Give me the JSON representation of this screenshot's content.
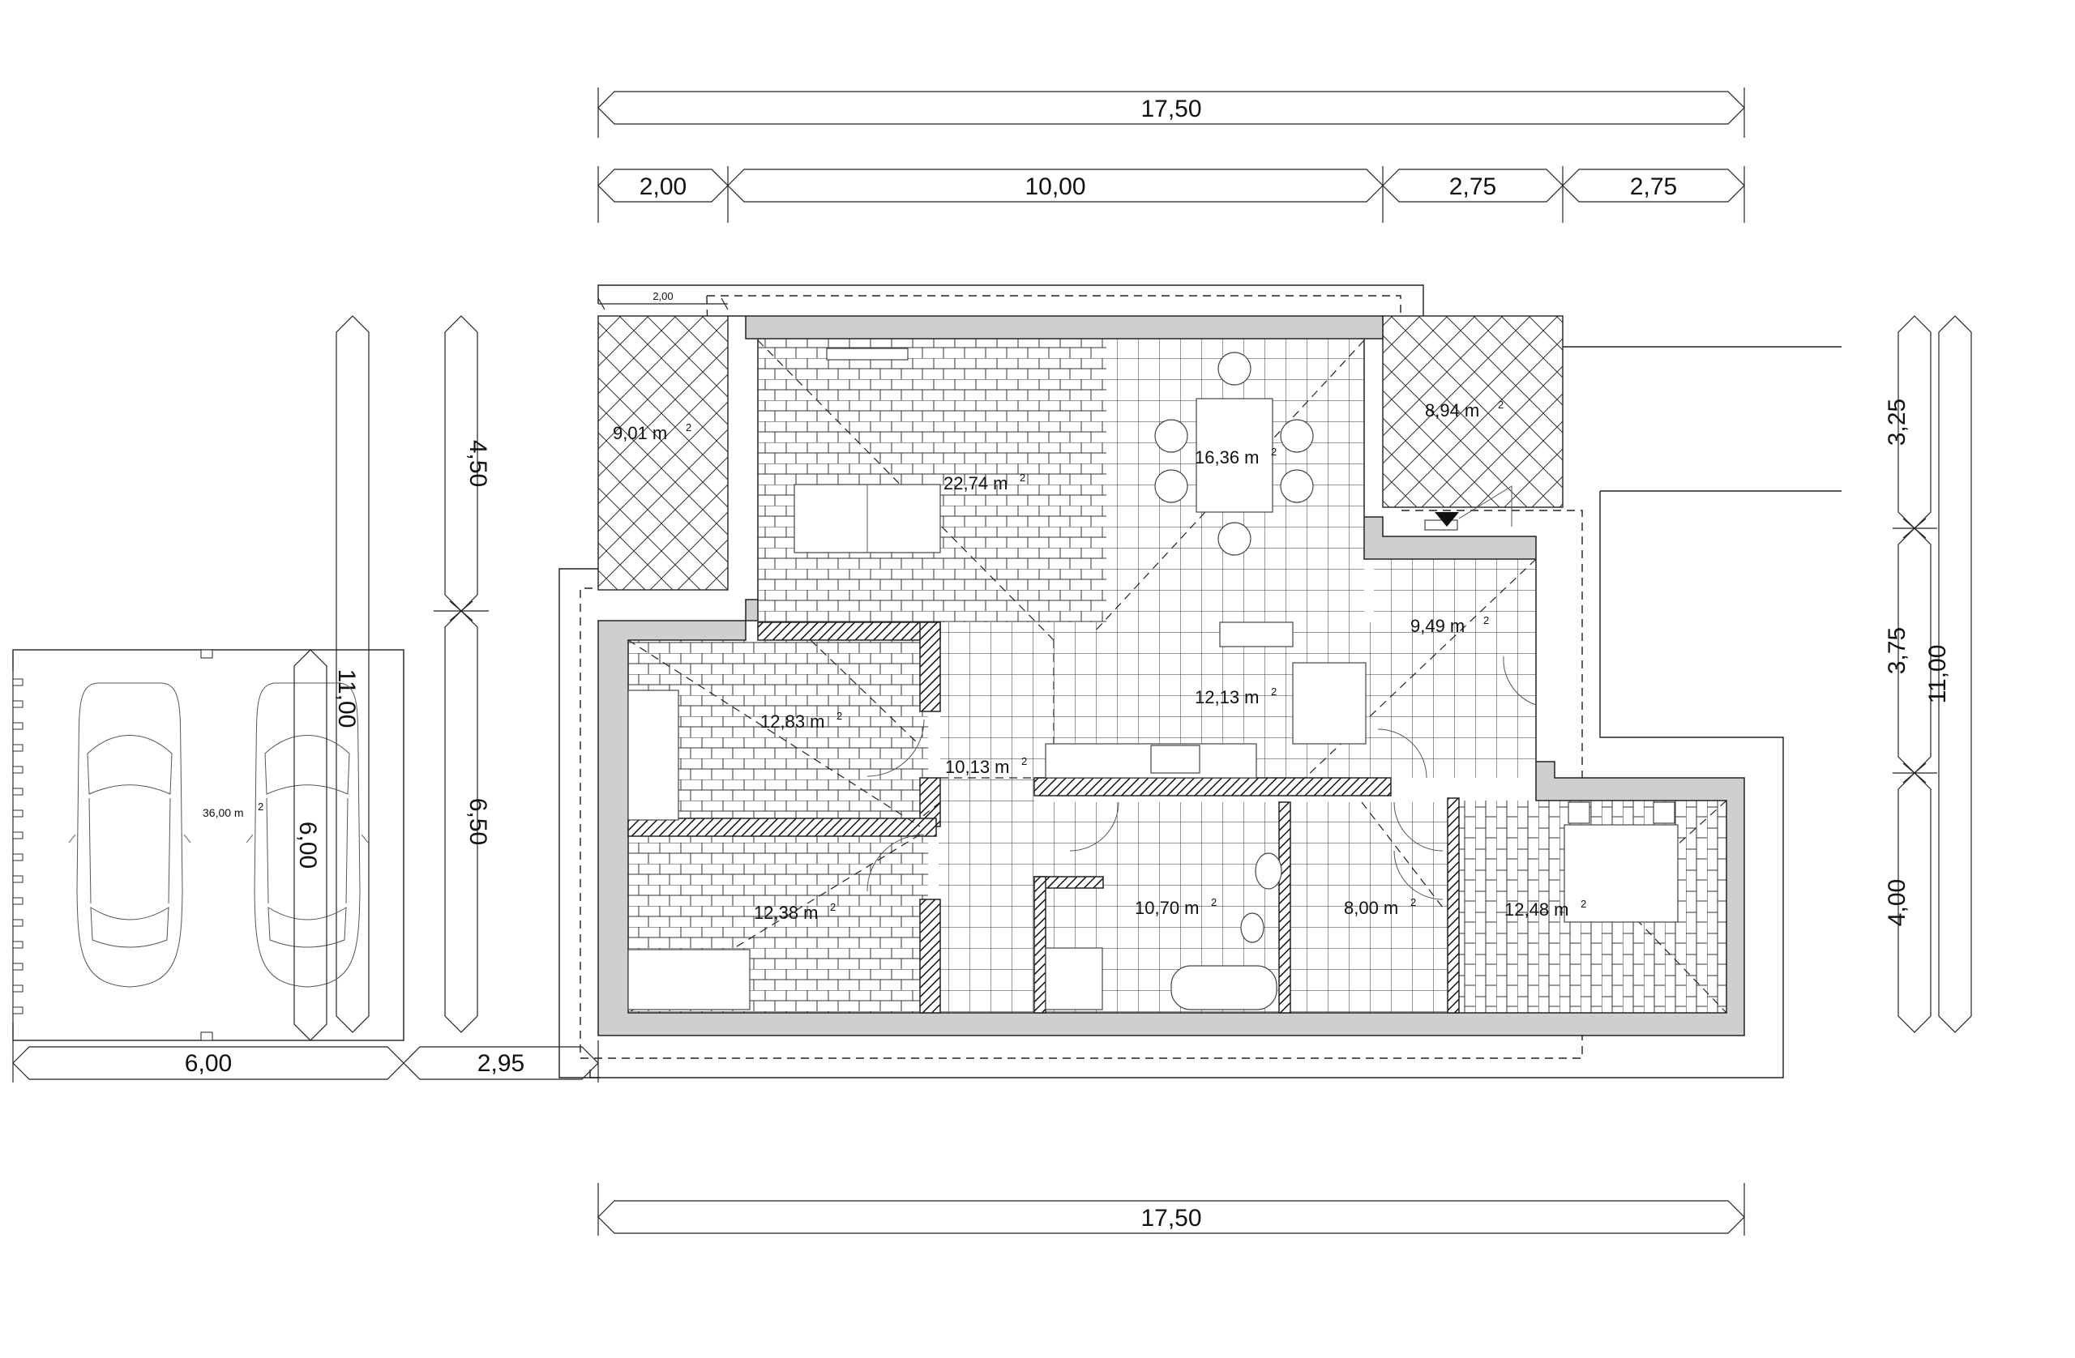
{
  "dimensions": {
    "top_total": "17,50",
    "top_segments": [
      "2,00",
      "10,00",
      "2,75",
      "2,75"
    ],
    "bottom_total": "17,50",
    "small_top": "2,00",
    "left_vertical": [
      "4,50",
      "6,50"
    ],
    "left_inner_vertical": "11,00",
    "garage_width": "6,00",
    "garage_depth": "6,00",
    "garage_offset": "2,95",
    "right_vertical": [
      "3,25",
      "3,75",
      "4,00"
    ],
    "right_total": "11,00"
  },
  "rooms": [
    {
      "id": "terrace-left",
      "area": "9,01 m"
    },
    {
      "id": "living",
      "area": "22,74 m"
    },
    {
      "id": "dining",
      "area": "16,36 m"
    },
    {
      "id": "terrace-right",
      "area": "8,94 m"
    },
    {
      "id": "kitchen",
      "area": "12,13 m"
    },
    {
      "id": "entry",
      "area": "9,49 m"
    },
    {
      "id": "bedroom-1",
      "area": "12,83 m"
    },
    {
      "id": "hall",
      "area": "10,13 m"
    },
    {
      "id": "bedroom-2",
      "area": "12,38 m"
    },
    {
      "id": "bathroom",
      "area": "10,70 m"
    },
    {
      "id": "wardrobe",
      "area": "8,00 m"
    },
    {
      "id": "bedroom-3",
      "area": "12,48 m"
    },
    {
      "id": "garage",
      "area": "36,00 m"
    }
  ],
  "area_superscript": "2"
}
